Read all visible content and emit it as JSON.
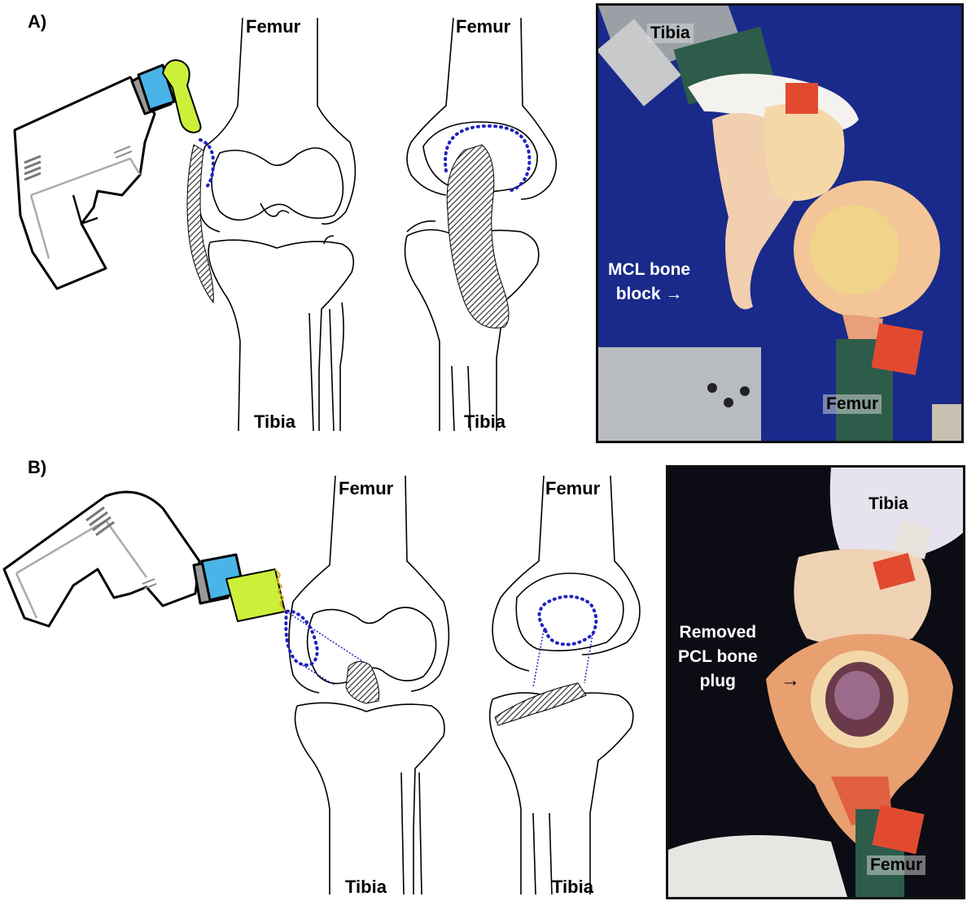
{
  "panels": [
    {
      "label": "A)",
      "views": [
        {
          "top_label": "Femur",
          "bottom_label": "Tibia"
        },
        {
          "top_label": "Femur",
          "bottom_label": "Tibia"
        }
      ],
      "photo": {
        "top_label": "Tibia",
        "bottom_label": "Femur",
        "annotation_line1": "MCL bone",
        "annotation_line2": "block →",
        "background": "#1a2a8a"
      }
    },
    {
      "label": "B)",
      "views": [
        {
          "top_label": "Femur",
          "bottom_label": "Tibia"
        },
        {
          "top_label": "Femur",
          "bottom_label": "Tibia"
        }
      ],
      "photo": {
        "top_label": "Tibia",
        "bottom_label": "Femur",
        "annotation_line1": "Removed",
        "annotation_line2": "PCL bone",
        "annotation_line3": "plug",
        "annotation_arrow": "→",
        "background": "#0b0c14"
      }
    }
  ],
  "colors": {
    "outline": "#000000",
    "dotted": "#2020c0",
    "drill_tip": "#ccf03a",
    "drill_collar": "#4ab4e8",
    "hatch": "#444444",
    "tissue": "#e0564a"
  }
}
